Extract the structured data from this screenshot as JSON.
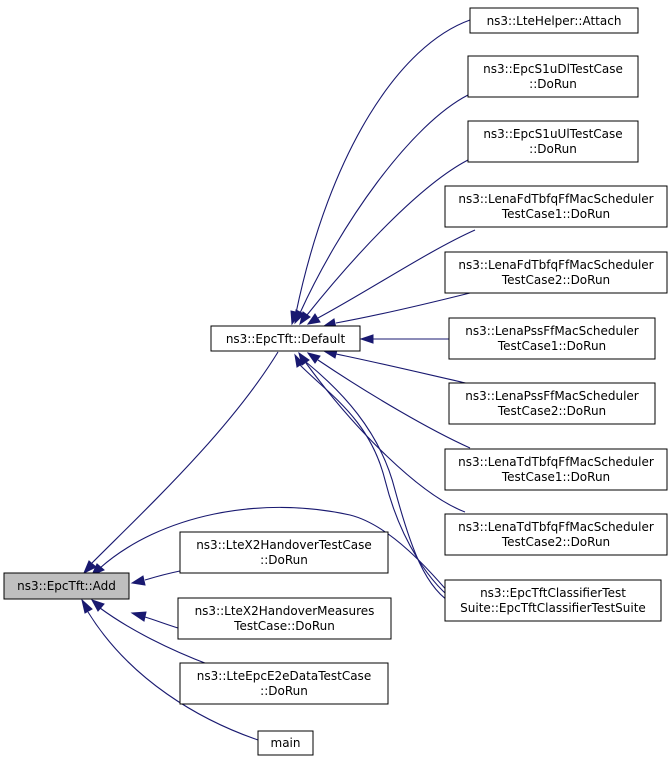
{
  "colors": {
    "edge": "#191970",
    "root_fill": "#bfbfbf",
    "node_fill": "#ffffff",
    "node_stroke": "#000000"
  },
  "nodes": {
    "add": {
      "lines": [
        "ns3::EpcTft::Add"
      ]
    },
    "default": {
      "lines": [
        "ns3::EpcTft::Default"
      ]
    },
    "attach": {
      "lines": [
        "ns3::LteHelper::Attach"
      ]
    },
    "s1udl": {
      "lines": [
        "ns3::EpcS1uDlTestCase",
        "::DoRun"
      ]
    },
    "s1uul": {
      "lines": [
        "ns3::EpcS1uUlTestCase",
        "::DoRun"
      ]
    },
    "fdtbfq1": {
      "lines": [
        "ns3::LenaFdTbfqFfMacScheduler",
        "TestCase1::DoRun"
      ]
    },
    "fdtbfq2": {
      "lines": [
        "ns3::LenaFdTbfqFfMacScheduler",
        "TestCase2::DoRun"
      ]
    },
    "pss1": {
      "lines": [
        "ns3::LenaPssFfMacScheduler",
        "TestCase1::DoRun"
      ]
    },
    "pss2": {
      "lines": [
        "ns3::LenaPssFfMacScheduler",
        "TestCase2::DoRun"
      ]
    },
    "tdtbfq1": {
      "lines": [
        "ns3::LenaTdTbfqFfMacScheduler",
        "TestCase1::DoRun"
      ]
    },
    "tdtbfq2": {
      "lines": [
        "ns3::LenaTdTbfqFfMacScheduler",
        "TestCase2::DoRun"
      ]
    },
    "classifier": {
      "lines": [
        "ns3::EpcTftClassifierTest",
        "Suite::EpcTftClassifierTestSuite"
      ]
    },
    "x2ho": {
      "lines": [
        "ns3::LteX2HandoverTestCase",
        "::DoRun"
      ]
    },
    "x2hom": {
      "lines": [
        "ns3::LteX2HandoverMeasures",
        "TestCase::DoRun"
      ]
    },
    "e2e": {
      "lines": [
        "ns3::LteEpcE2eDataTestCase",
        "::DoRun"
      ]
    },
    "main": {
      "lines": [
        "main"
      ]
    }
  }
}
